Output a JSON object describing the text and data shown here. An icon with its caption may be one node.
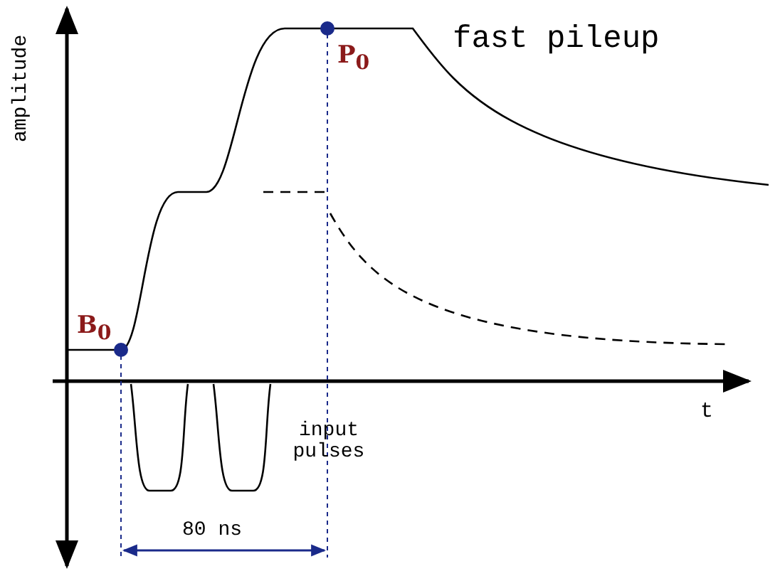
{
  "diagram": {
    "title": "fast pileup",
    "labels": [
      "amplitude",
      "B$_{0}$",
      "P$_{0}$",
      "t",
      "input pulses",
      "80 ns"
    ]
  }
}
